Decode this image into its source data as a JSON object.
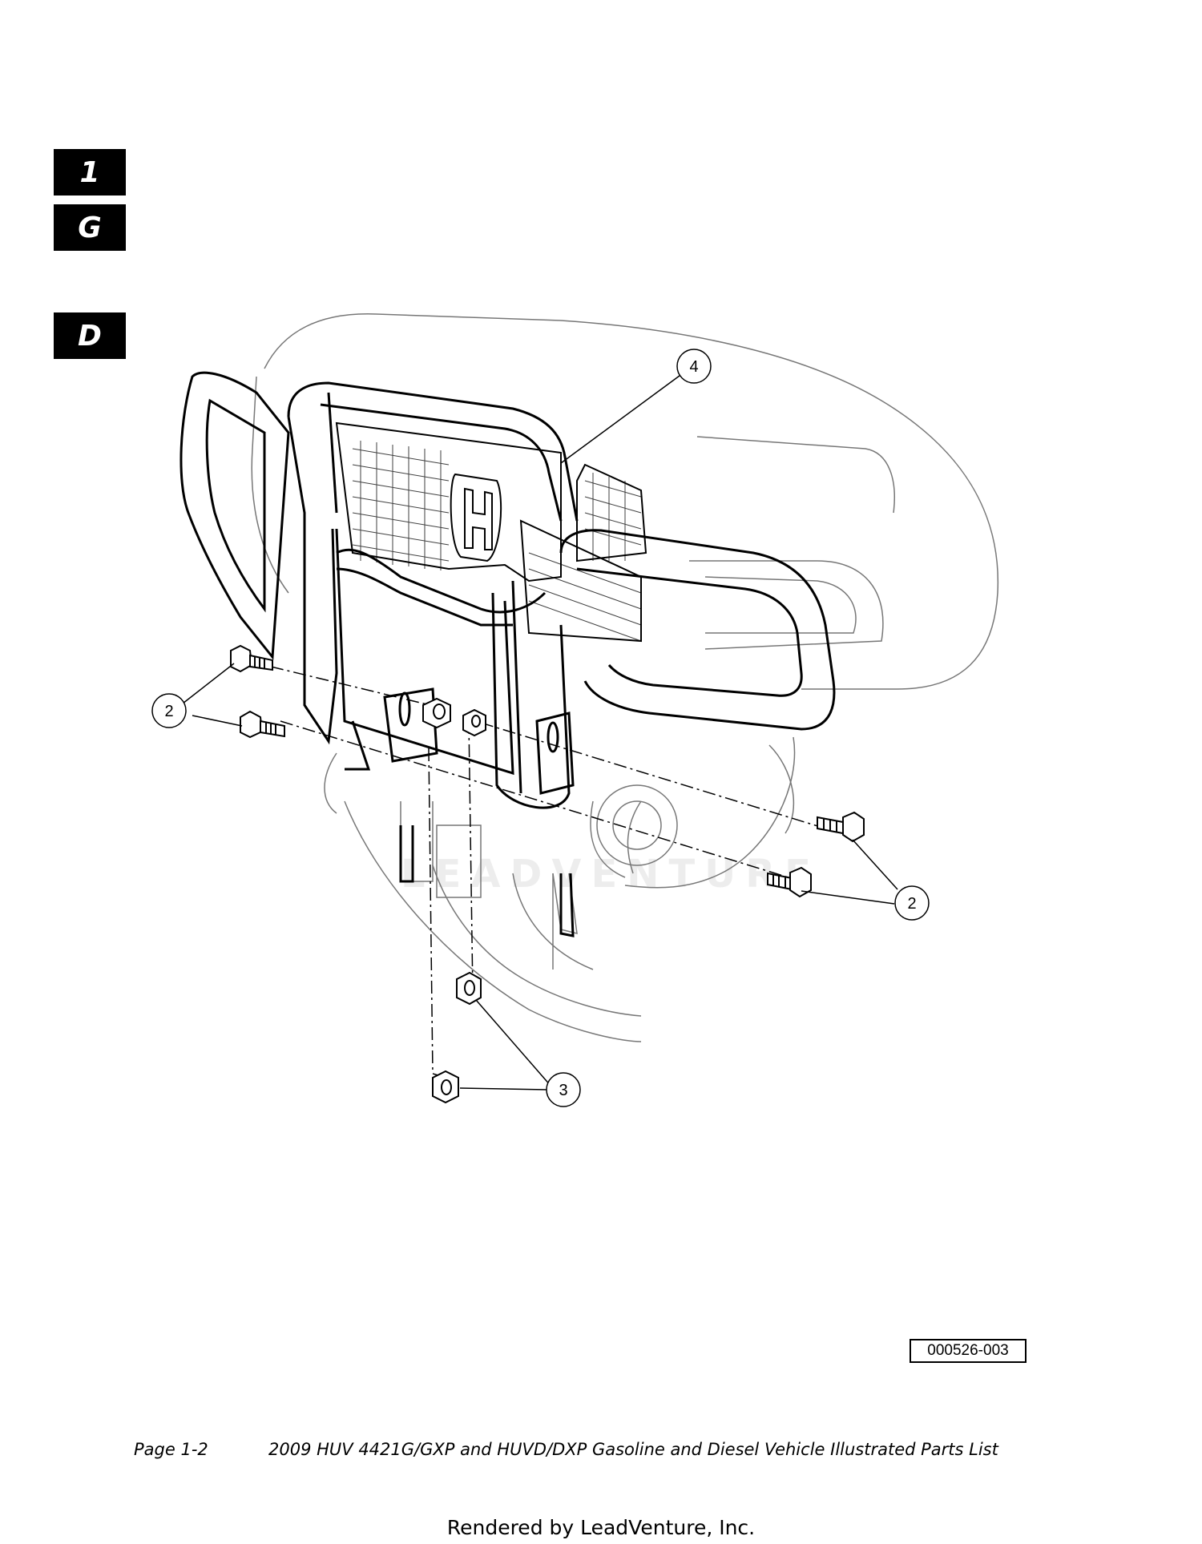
{
  "tabs": [
    "1",
    "G",
    "D"
  ],
  "callouts": {
    "item2": "2",
    "item3": "3",
    "item4": "4"
  },
  "figure_code": "000526-003",
  "watermark": "LEADVENTURE",
  "footer": {
    "page": "Page 1-2",
    "title": "2009 HUV 4421G/GXP and HUVD/DXP Gasoline and Diesel Vehicle Illustrated Parts List"
  },
  "rendered_by": "Rendered by LeadVenture, Inc."
}
